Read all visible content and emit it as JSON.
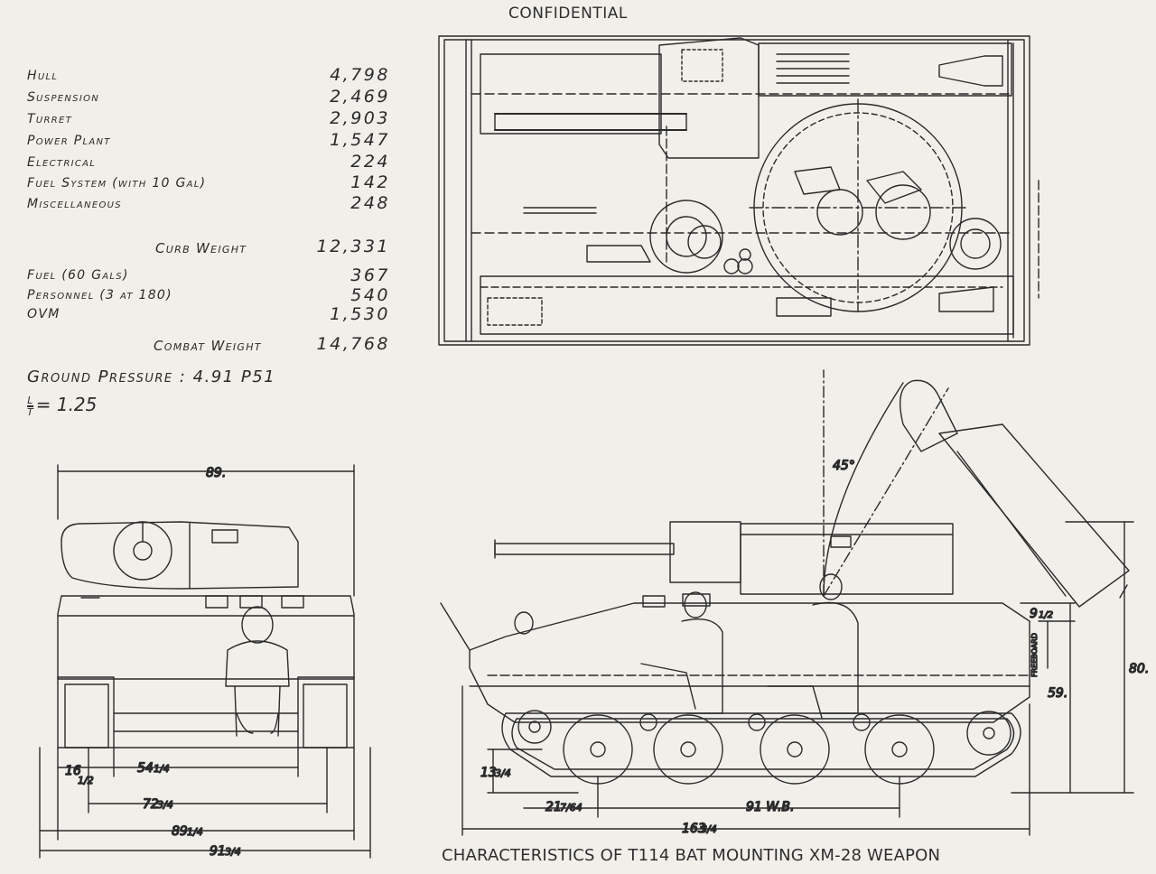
{
  "header": {
    "confidential": "CONFIDENTIAL"
  },
  "caption": "CHARACTERISTICS OF T114 BAT MOUNTING XM-28 WEAPON",
  "weights": {
    "items": [
      {
        "label": "Hull",
        "value": "4,798"
      },
      {
        "label": "Suspension",
        "value": "2,469"
      },
      {
        "label": "Turret",
        "value": "2,903"
      },
      {
        "label": "Power Plant",
        "value": "1,547"
      },
      {
        "label": "Electrical",
        "value": "224"
      },
      {
        "label": "Fuel System (with 10 Gal)",
        "value": "142"
      },
      {
        "label": "Miscellaneous",
        "value": "248"
      }
    ],
    "curb": {
      "label": "Curb Weight",
      "value": "12,331"
    },
    "extras": [
      {
        "label": "Fuel (60 Gals)",
        "value": "367"
      },
      {
        "label": "Personnel (3 at 180)",
        "value": "540"
      },
      {
        "label": "OVM",
        "value": "1,530"
      }
    ],
    "combat": {
      "label": "Combat Weight",
      "value": "14,768"
    },
    "ground_pressure": "Ground Pressure : 4.91 P51",
    "lt_ratio": {
      "numerator": "L",
      "denominator": "T",
      "value": "= 1.25"
    }
  },
  "front_view": {
    "overall_width": "89.",
    "track_width_whole": "16",
    "track_width_frac": "1/2",
    "inner_width_whole": "54",
    "inner_width_frac": "1/4",
    "tread_whole": "72",
    "tread_frac": "3/4",
    "width_a_whole": "89",
    "width_a_frac": "1/4",
    "width_b_whole": "91",
    "width_b_frac": "3/4"
  },
  "side_view": {
    "elevation": "45°",
    "height_overall": "80.",
    "hull_height": "59.",
    "freeboard_label": "FREEBOARD",
    "freeboard_whole": "9",
    "freeboard_frac": "1/2",
    "clearance_whole": "13",
    "clearance_frac": "3/4",
    "front_overhang_whole": "21",
    "front_overhang_frac": "7/64",
    "wheelbase": "91 W.B.",
    "length_whole": "163",
    "length_frac": "3/4"
  },
  "colors": {
    "paper": "#f1efe9",
    "ink": "#2a2a2a"
  }
}
